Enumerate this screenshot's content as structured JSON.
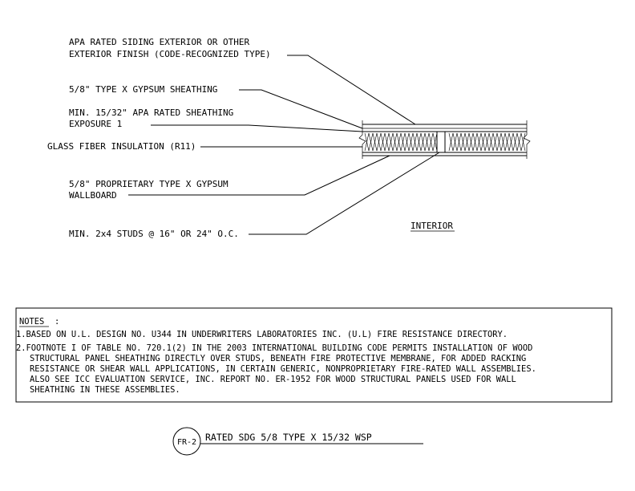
{
  "callouts": {
    "siding": [
      "APA RATED SIDING EXTERIOR OR OTHER",
      "EXTERIOR FINISH (CODE-RECOGNIZED TYPE)"
    ],
    "gypsum_sheathing": "5/8\" TYPE X GYPSUM SHEATHING",
    "apa_sheathing": [
      "MIN. 15/32\" APA RATED SHEATHING",
      "EXPOSURE 1"
    ],
    "insulation": "GLASS FIBER INSULATION (R11)",
    "wallboard": [
      "5/8\" PROPRIETARY TYPE X GYPSUM",
      "WALLBOARD"
    ],
    "studs": "MIN. 2x4 STUDS @ 16\" OR 24\" O.C."
  },
  "interior_label": "INTERIOR",
  "notes": {
    "heading": "NOTES",
    "heading_suffix": ":",
    "items": [
      [
        "1.BASED ON U.L. DESIGN NO. U344 IN UNDERWRITERS LABORATORIES INC. (U.L) FIRE RESISTANCE DIRECTORY."
      ],
      [
        "2.FOOTNOTE I OF TABLE NO. 720.1(2) IN THE 2003 INTERNATIONAL BUILDING CODE PERMITS INSTALLATION OF WOOD",
        "STRUCTURAL PANEL SHEATHING DIRECTLY OVER STUDS, BENEATH FIRE PROTECTIVE MEMBRANE, FOR ADDED RACKING",
        "RESISTANCE OR SHEAR WALL APPLICATIONS, IN CERTAIN GENERIC, NONPROPRIETARY FIRE-RATED WALL ASSEMBLIES.",
        "ALSO SEE ICC EVALUATION SERVICE, INC. REPORT NO. ER-1952 FOR WOOD STRUCTURAL PANELS USED FOR WALL",
        "SHEATHING IN THESE ASSEMBLIES."
      ]
    ]
  },
  "detail": {
    "tag": "FR-2",
    "title": "RATED SDG 5/8 TYPE X 15/32 WSP"
  }
}
